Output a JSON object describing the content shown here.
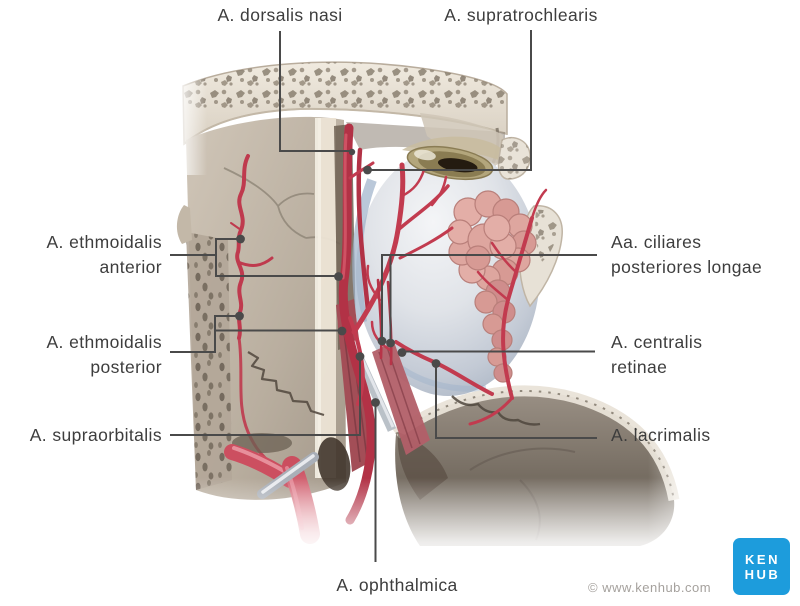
{
  "labels": {
    "dorsalis_nasi": {
      "text": "A. dorsalis nasi"
    },
    "supratrochlearis": {
      "text": "A. supratrochlearis"
    },
    "ethmoidalis_anterior": {
      "line1": "A. ethmoidalis",
      "line2": "anterior"
    },
    "ethmoidalis_posterior": {
      "line1": "A. ethmoidalis",
      "line2": "posterior"
    },
    "supraorbitalis": {
      "text": "A. supraorbitalis"
    },
    "ciliares_posteriores_longae": {
      "line1": "Aa. ciliares",
      "line2": "posteriores longae"
    },
    "centralis_retinae": {
      "line1": "A. centralis",
      "line2": "retinae"
    },
    "lacrimalis": {
      "text": "A. lacrimalis"
    },
    "ophthalmica": {
      "text": "A. ophthalmica"
    }
  },
  "footer": {
    "copyright": "© www.kenhub.com",
    "logo": {
      "line1": "KEN",
      "line2": "HUB"
    }
  },
  "colors": {
    "artery_red": "#c23b4f",
    "bone_beige": "#cfc5b8",
    "eyeball_gray": "#c6ccd6",
    "gland_pink": "#dba19b",
    "leader_line": "#4a4a4a",
    "label_text": "#3d3d3d",
    "logo_blue": "#1d9cdc",
    "copyright_gray": "#a5a19d"
  }
}
